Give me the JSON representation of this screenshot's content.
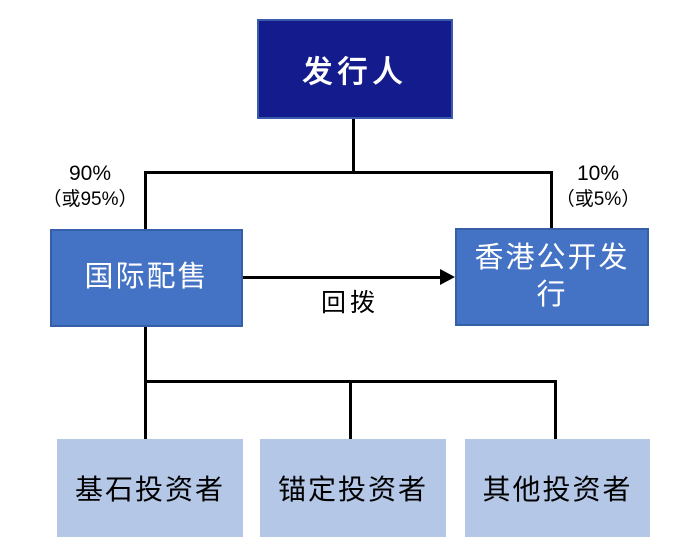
{
  "nodes": {
    "issuer": "发行人",
    "international": "国际配售",
    "hk_public": "香港公开发行",
    "cornerstone": "基石投资者",
    "anchor": "锚定投资者",
    "other": "其他投资者"
  },
  "labels": {
    "left_pct": "90%",
    "left_pct_alt": "（或95%）",
    "right_pct": "10%",
    "right_pct_alt": "（或5%）",
    "clawback": "回拨"
  },
  "colors": {
    "issuer-fill": "#141b8c",
    "issuer-border": "#3a5ba9",
    "mid-fill": "#4472c4",
    "mid-border": "#3560a8",
    "light-fill": "#b4c7e7",
    "line": "#000000",
    "text-light": "#ffffff",
    "text-dark": "#000000"
  }
}
